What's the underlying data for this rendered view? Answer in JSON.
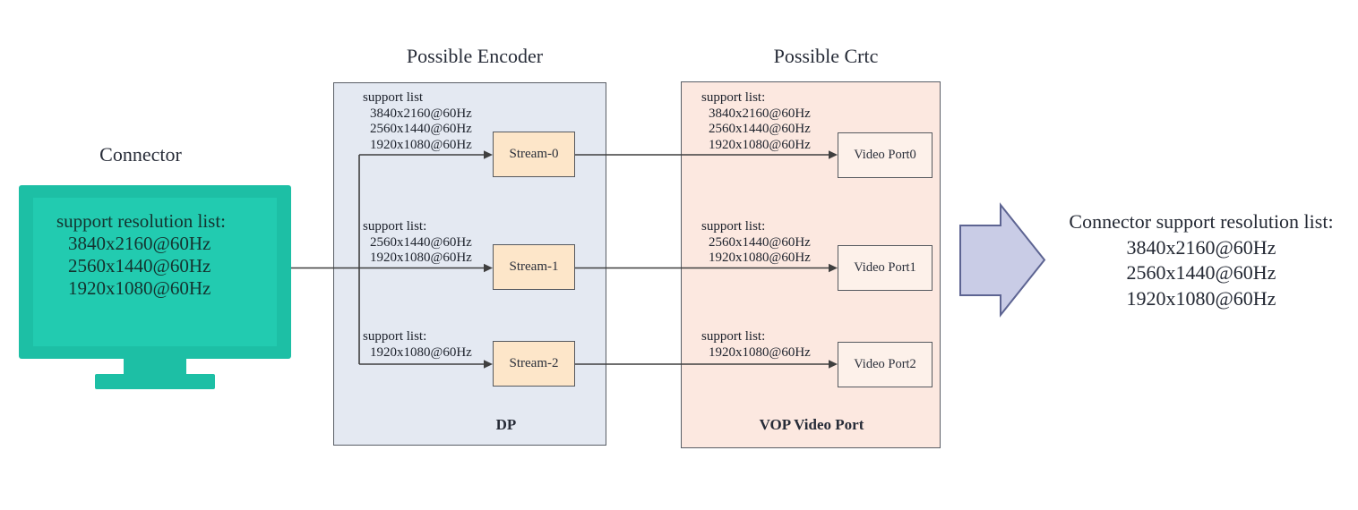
{
  "colors": {
    "monitor_teal": "#1dbfa5",
    "monitor_screen_teal": "#22cbb0",
    "encoder_fill": "#e4e9f2",
    "stream_fill": "#fde6c9",
    "crtc_fill": "#fce8e0",
    "video_port_fill": "#fdf1ea",
    "box_border": "#55595f",
    "wire": "#3f3f3f",
    "block_arrow_fill": "#c9cce6",
    "block_arrow_border": "#5d6492"
  },
  "connector": {
    "label": "Connector",
    "screen": {
      "heading": "support resolution list:",
      "resolutions": [
        "3840x2160@60Hz",
        "2560x1440@60Hz",
        "1920x1080@60Hz"
      ]
    }
  },
  "encoder": {
    "title": "Possible Encoder",
    "group_label": "DP",
    "nodes": [
      {
        "name": "Stream-0",
        "support_label": "support list",
        "resolutions": [
          "3840x2160@60Hz",
          "2560x1440@60Hz",
          "1920x1080@60Hz"
        ]
      },
      {
        "name": "Stream-1",
        "support_label": "support list:",
        "resolutions": [
          "2560x1440@60Hz",
          "1920x1080@60Hz"
        ]
      },
      {
        "name": "Stream-2",
        "support_label": "support list:",
        "resolutions": [
          "1920x1080@60Hz"
        ]
      }
    ]
  },
  "crtc": {
    "title": "Possible Crtc",
    "group_label": "VOP Video Port",
    "nodes": [
      {
        "name": "Video Port0",
        "support_label": "support list:",
        "resolutions": [
          "3840x2160@60Hz",
          "2560x1440@60Hz",
          "1920x1080@60Hz"
        ]
      },
      {
        "name": "Video Port1",
        "support_label": "support list:",
        "resolutions": [
          "2560x1440@60Hz",
          "1920x1080@60Hz"
        ]
      },
      {
        "name": "Video Port2",
        "support_label": "support list:",
        "resolutions": [
          "1920x1080@60Hz"
        ]
      }
    ]
  },
  "result": {
    "heading": "Connector support resolution list:",
    "resolutions": [
      "3840x2160@60Hz",
      "2560x1440@60Hz",
      "1920x1080@60Hz"
    ]
  }
}
